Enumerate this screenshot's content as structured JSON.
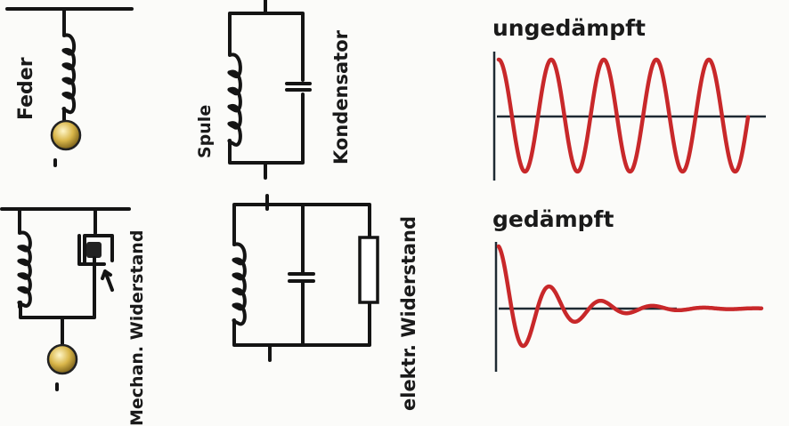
{
  "mechanical": {
    "spring_label": "Feder",
    "damper_label": "Mechan. Widerstand"
  },
  "electrical": {
    "coil_label": "Spule",
    "capacitor_label": "Kondensator",
    "resistor_label": "elektr. Widerstand"
  },
  "graphs": {
    "undamped_title": "ungedämpft",
    "damped_title": "gedämpft"
  },
  "colors": {
    "wave": "#c8282a",
    "ball": "#c9a43a"
  }
}
